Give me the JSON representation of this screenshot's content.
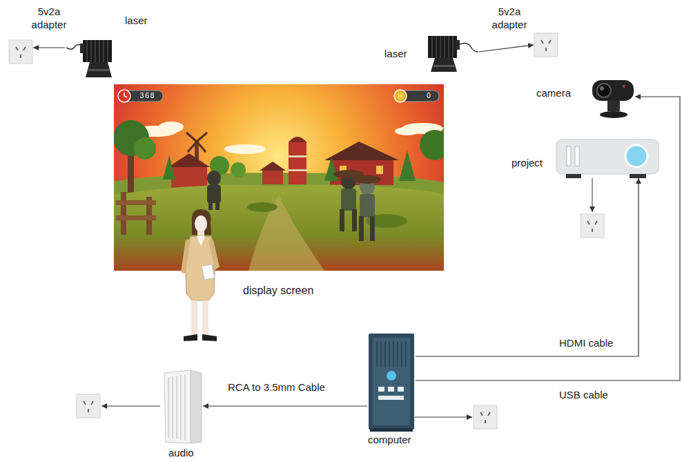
{
  "diagram": {
    "nodes": [
      {
        "text": [
          "5v2a adapter"
        ]
      },
      {
        "text": [
          "laser"
        ]
      },
      {
        "text": [
          "laser"
        ]
      },
      {
        "text": [
          "5v2a adapter"
        ]
      },
      {
        "text": [
          "camera"
        ]
      },
      {
        "text": [
          "project"
        ]
      },
      {
        "text": [
          "display screen"
        ]
      },
      {
        "text": [
          "audio"
        ]
      },
      {
        "text": [
          "computer"
        ]
      }
    ],
    "edges": [
      {
        "from": 1,
        "to": 0,
        "arrow": "to"
      },
      {
        "from": 2,
        "to": 3,
        "arrow": "to"
      },
      {
        "from": 8,
        "to": 5,
        "label": "HDMI cable",
        "arrow": "to"
      },
      {
        "from": 8,
        "to": 4,
        "label": "USB cable",
        "arrow": "to"
      },
      {
        "from": 8,
        "to": 7,
        "label": "RCA to 3.5mm Cable",
        "arrow": "to"
      }
    ],
    "labels": [
      "368",
      "0"
    ]
  }
}
